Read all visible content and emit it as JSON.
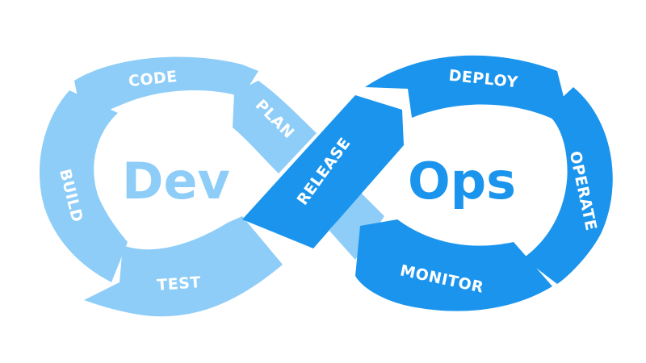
{
  "diagram": {
    "left_word": "Dev",
    "right_word": "Ops",
    "segments": {
      "code": "CODE",
      "plan": "PLAN",
      "build": "BUILD",
      "test": "TEST",
      "release": "RELEASE",
      "deploy": "DEPLOY",
      "operate": "OPERATE",
      "monitor": "MONITOR"
    }
  },
  "colors": {
    "dev_light": "#8ecdf8",
    "ops_dark": "#1a94ec",
    "dev_text": "#8ecdf8",
    "ops_text": "#1a94ec"
  }
}
